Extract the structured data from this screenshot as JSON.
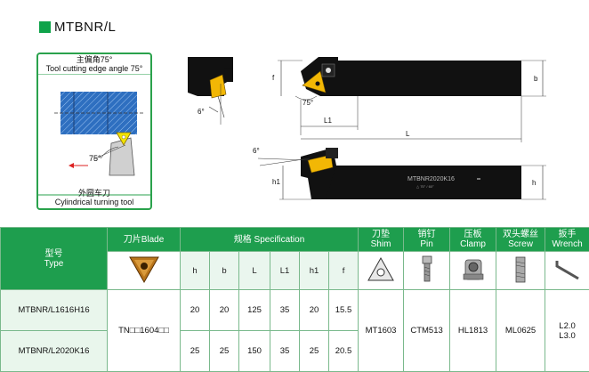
{
  "title": "MTBNR/L",
  "info": {
    "angle_cn": "主偏角75°",
    "angle_en": "Tool cutting edge angle 75°",
    "op_cn": "外圆车刀",
    "op_en": "Cylindrical turning tool",
    "angle_label": "75°"
  },
  "drawing": {
    "angle_6_top": "6°",
    "angle_75": "75°",
    "dim_f": "f",
    "dim_L1": "L1",
    "dim_L": "L",
    "dim_b": "b",
    "angle_6_side": "6°",
    "dim_h1": "h1",
    "dim_h": "h",
    "shank_marking": "MTBNR2020K16",
    "shank_sub_marking": "△ 75° / 60°"
  },
  "table": {
    "header": {
      "type_cn": "型号",
      "type_en": "Type",
      "blade": "刀片Blade",
      "spec": "规格 Specification",
      "shim_cn": "刀垫",
      "shim_en": "Shim",
      "pin_cn": "销钉",
      "pin_en": "Pin",
      "clamp_cn": "压板",
      "clamp_en": "Clamp",
      "screw_cn": "双头螺丝",
      "screw_en": "Screw",
      "wrench_cn": "扳手",
      "wrench_en": "Wrench"
    },
    "sub_columns": [
      "h",
      "b",
      "L",
      "L1",
      "h1",
      "f"
    ],
    "rows": [
      {
        "type": "MTBNR/L1616H16",
        "values": [
          "20",
          "20",
          "125",
          "35",
          "20",
          "15.5"
        ]
      },
      {
        "type": "MTBNR/L2020K16",
        "values": [
          "25",
          "25",
          "150",
          "35",
          "25",
          "20.5"
        ]
      }
    ],
    "blade_code": "TN□□1604□□",
    "shim": "MT1603",
    "pin": "CTM513",
    "clamp": "HL1813",
    "screw": "ML0625",
    "wrench_1": "L2.0",
    "wrench_2": "L3.0"
  },
  "colors": {
    "header_green": "#1e9e4e",
    "accent_green": "#0fa34a",
    "insert_gold": "#f2b705",
    "workpiece_blue": "#2e6fc0"
  }
}
